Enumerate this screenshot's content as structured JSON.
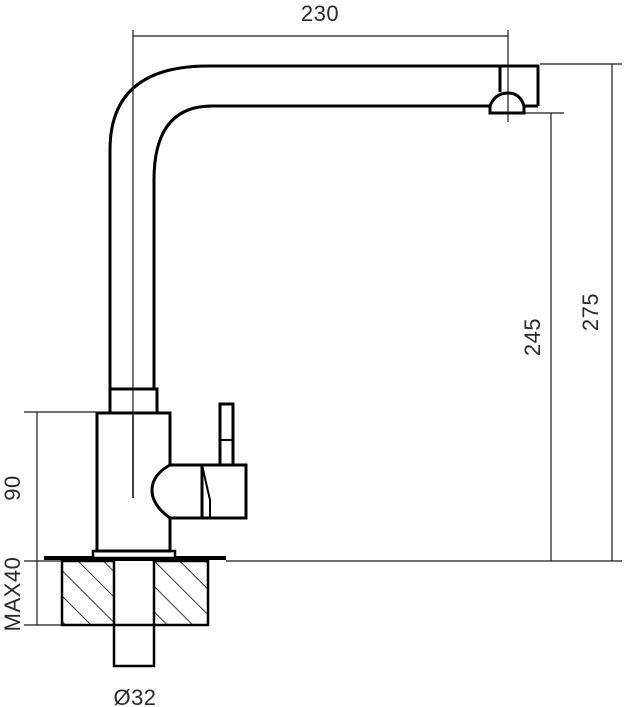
{
  "drawing": {
    "colors": {
      "line": "#000000",
      "text": "#2a2a2a"
    },
    "dimensions": {
      "width_top": "230",
      "height_total": "275",
      "height_spout": "245",
      "height_body": "90",
      "deck_max": "MAX40",
      "pipe_diameter": "Ø32"
    }
  }
}
